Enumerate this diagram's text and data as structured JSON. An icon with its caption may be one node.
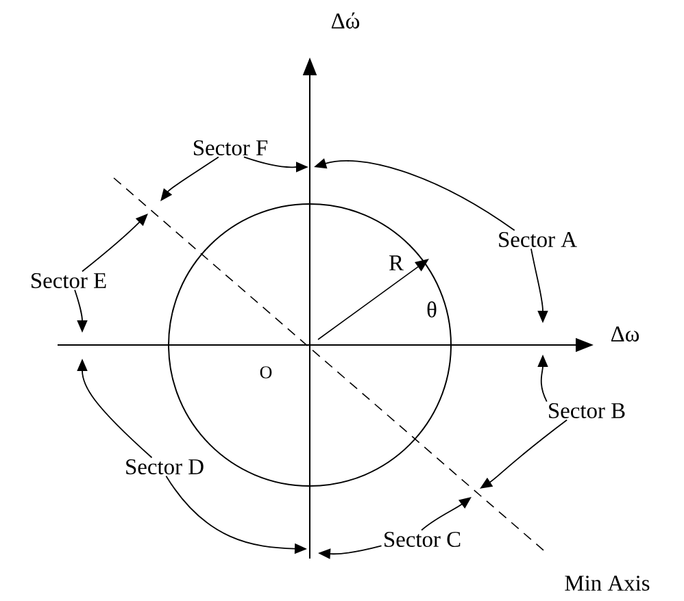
{
  "diagram": {
    "nodes": [
      {
        "text": [
          "Sector A"
        ]
      },
      {
        "text": [
          "Sector B"
        ]
      },
      {
        "text": [
          "Sector C"
        ]
      },
      {
        "text": [
          "Sector D"
        ]
      },
      {
        "text": [
          "Sector E"
        ]
      },
      {
        "text": [
          "Sector F"
        ]
      }
    ],
    "edges": [
      {
        "from": 0,
        "to": null,
        "arrow": "to"
      },
      {
        "from": 0,
        "to": null,
        "arrow": "to"
      },
      {
        "from": 1,
        "to": null,
        "arrow": "to"
      },
      {
        "from": 1,
        "to": null,
        "arrow": "to"
      },
      {
        "from": 2,
        "to": null,
        "arrow": "to"
      },
      {
        "from": 2,
        "to": null,
        "arrow": "to"
      },
      {
        "from": 3,
        "to": null,
        "arrow": "to"
      },
      {
        "from": 3,
        "to": null,
        "arrow": "to"
      },
      {
        "from": 4,
        "to": null,
        "arrow": "to"
      },
      {
        "from": 4,
        "to": null,
        "arrow": "to"
      },
      {
        "from": 5,
        "to": null,
        "arrow": "to"
      },
      {
        "from": 5,
        "to": null,
        "arrow": "to"
      }
    ],
    "labels": [
      "Δώ",
      "R",
      "θ",
      "Δω",
      "O",
      "Min Axis"
    ]
  }
}
